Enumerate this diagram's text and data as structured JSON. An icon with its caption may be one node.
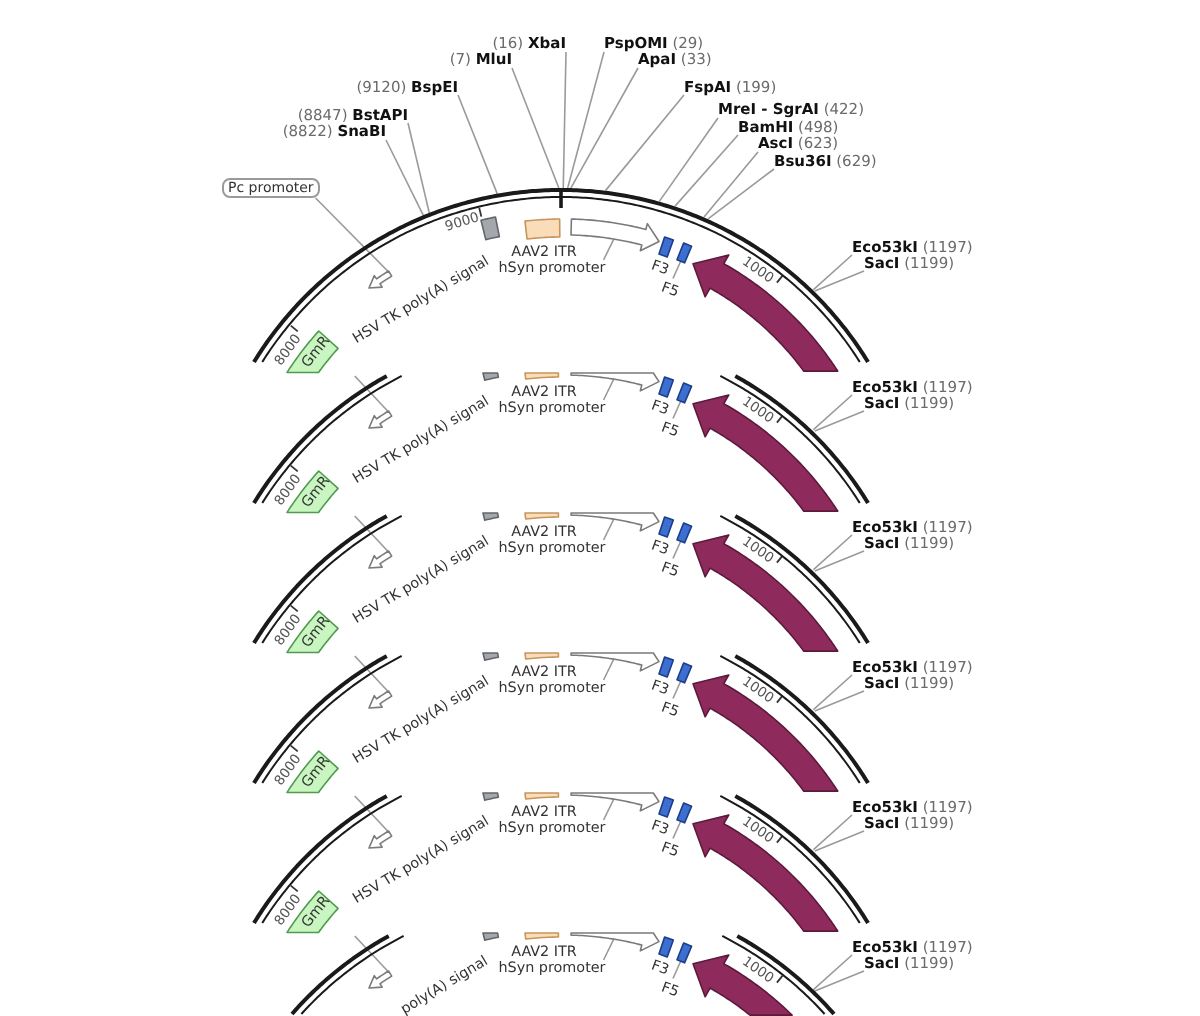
{
  "diagram": {
    "nodes": [
      {
        "text": [
          "(16) **XbaI**"
        ]
      },
      {
        "text": [
          "**PspOMI** (29)"
        ]
      },
      {
        "text": [
          "(7) **MluI**"
        ]
      },
      {
        "text": [
          "**ApaI** (33)"
        ]
      },
      {
        "text": [
          "(9120) **BspEI**"
        ]
      },
      {
        "text": [
          "**FspAI** (199)"
        ]
      },
      {
        "text": [
          "**MreI - SgrAI** (422)"
        ]
      },
      {
        "text": [
          "(8847) **BstAPI**"
        ]
      },
      {
        "text": [
          "**BamHI** (498)"
        ]
      },
      {
        "text": [
          "(8822) **SnaBI**"
        ]
      },
      {
        "text": [
          "**AscI** (623)"
        ]
      },
      {
        "text": [
          "**Bsu36I** (629)"
        ]
      },
      {
        "text": [
          "Pc promoter"
        ]
      },
      {
        "text": [],
        "shape": "ring"
      },
      {
        "text": [],
        "shape": "box",
        "in": 13
      },
      {
        "text": [],
        "shape": "box",
        "in": 13,
        "beside": [
          "AAV2 ITR"
        ]
      },
      {
        "text": [],
        "shape": "arrow",
        "in": 13
      },
      {
        "text": [
          "**Eco53kI** (1197)"
        ]
      },
      {
        "text": [],
        "shape": "box",
        "in": 13,
        "beside": [
          "F3"
        ]
      },
      {
        "text": [],
        "shape": "box",
        "in": 13
      },
      {
        "text": [
          "**SacI** (1199)"
        ]
      },
      {
        "text": [
          "hSyn promoter"
        ],
        "in": 13
      },
      {
        "text": [],
        "shape": "arrow",
        "in": 13
      },
      {
        "text": [],
        "shape": "arrow",
        "in": 13
      },
      {
        "text": [
          "F5"
        ],
        "in": 13
      },
      {
        "text": [
          "GmR"
        ],
        "in": 13
      },
      {
        "text": [],
        "shape": "ring"
      },
      {
        "text": [],
        "shape": "box",
        "in": 26
      },
      {
        "text": [],
        "shape": "box",
        "in": 26,
        "beside": [
          "AAV2 ITR"
        ]
      },
      {
        "text": [],
        "shape": "arrow",
        "in": 26
      },
      {
        "text": [
          "**Eco53kI** (1197)"
        ]
      },
      {
        "text": [],
        "shape": "box",
        "in": 26,
        "beside": [
          "F3"
        ]
      },
      {
        "text": [],
        "shape": "box",
        "in": 26
      },
      {
        "text": [
          "**SacI** (1199)"
        ]
      },
      {
        "text": [
          "hSyn promoter"
        ],
        "in": 26
      },
      {
        "text": [],
        "shape": "arrow",
        "in": 26
      },
      {
        "text": [],
        "shape": "arrow",
        "in": 26
      },
      {
        "text": [
          "F5"
        ],
        "in": 26
      },
      {
        "text": [
          "GmR"
        ],
        "in": 26
      },
      {
        "text": [],
        "shape": "ring"
      },
      {
        "text": [],
        "shape": "box",
        "in": 39
      },
      {
        "text": [],
        "shape": "box",
        "in": 39,
        "beside": [
          "AAV2 ITR"
        ]
      },
      {
        "text": [],
        "shape": "arrow",
        "in": 39
      },
      {
        "text": [
          "**Eco53kI** (1197)"
        ]
      },
      {
        "text": [],
        "shape": "box",
        "in": 39,
        "beside": [
          "F3"
        ]
      },
      {
        "text": [],
        "shape": "box",
        "in": 39
      },
      {
        "text": [
          "**SacI** (1199)"
        ]
      },
      {
        "text": [
          "hSyn promoter"
        ],
        "in": 39
      },
      {
        "text": [],
        "shape": "arrow",
        "in": 39
      },
      {
        "text": [],
        "shape": "arrow",
        "in": 39
      },
      {
        "text": [
          "F5"
        ],
        "in": 39
      },
      {
        "text": [
          "GmR"
        ],
        "in": 39
      },
      {
        "text": [],
        "shape": "ring"
      },
      {
        "text": [],
        "shape": "box",
        "in": 52
      },
      {
        "text": [],
        "shape": "box",
        "in": 52,
        "beside": [
          "AAV2 ITR"
        ]
      },
      {
        "text": [],
        "shape": "arrow",
        "in": 52
      },
      {
        "text": [
          "**Eco53kI** (1197)"
        ]
      },
      {
        "text": [],
        "shape": "box",
        "in": 52,
        "beside": [
          "F3"
        ]
      },
      {
        "text": [],
        "shape": "box",
        "in": 52
      },
      {
        "text": [
          "**SacI** (1199)"
        ]
      },
      {
        "text": [
          "hSyn promoter"
        ],
        "in": 52
      },
      {
        "text": [],
        "shape": "arrow",
        "in": 52
      },
      {
        "text": [],
        "shape": "arrow",
        "in": 52
      },
      {
        "text": [
          "F5"
        ],
        "in": 52
      },
      {
        "text": [
          "GmR"
        ],
        "in": 52
      },
      {
        "text": [],
        "shape": "ring"
      },
      {
        "text": [],
        "shape": "box",
        "in": 65
      },
      {
        "text": [],
        "shape": "box",
        "in": 65,
        "beside": [
          "AAV2 ITR"
        ]
      },
      {
        "text": [],
        "shape": "arrow",
        "in": 65
      },
      {
        "text": [
          "**Eco53kI** (1197)"
        ]
      },
      {
        "text": [],
        "shape": "box",
        "in": 65,
        "beside": [
          "F3"
        ]
      },
      {
        "text": [],
        "shape": "box",
        "in": 65
      },
      {
        "text": [
          "**SacI** (1199)"
        ]
      },
      {
        "text": [
          "hSyn promoter"
        ],
        "in": 65
      },
      {
        "text": [],
        "shape": "arrow",
        "in": 65
      },
      {
        "text": [],
        "shape": "arrow",
        "in": 65
      },
      {
        "text": [
          "F5"
        ],
        "in": 65
      },
      {
        "text": [
          "GmR"
        ],
        "in": 65
      },
      {
        "text": [],
        "shape": "ring"
      },
      {
        "text": [],
        "shape": "box",
        "in": 78
      },
      {
        "text": [],
        "shape": "box",
        "in": 78,
        "beside": [
          "AAV2 ITR"
        ]
      },
      {
        "text": [],
        "shape": "arrow",
        "in": 78
      },
      {
        "text": [
          "**Eco53kI** (1197)"
        ]
      },
      {
        "text": [],
        "shape": "box",
        "in": 78,
        "beside": [
          "F3"
        ]
      },
      {
        "text": [],
        "shape": "box",
        "in": 78
      },
      {
        "text": [
          "**SacI** (1199)"
        ]
      },
      {
        "text": [
          "hSyn promoter"
        ],
        "in": 78
      },
      {
        "text": [],
        "shape": "arrow",
        "in": 78
      },
      {
        "text": [],
        "shape": "arrow",
        "in": 78
      },
      {
        "text": [
          "F5"
        ],
        "in": 78
      }
    ],
    "edges": [
      {
        "from": 0,
        "to": 13,
        "arrow": "none"
      },
      {
        "from": 1,
        "to": 13,
        "arrow": "none"
      },
      {
        "from": 2,
        "to": 13,
        "arrow": "none"
      },
      {
        "from": 3,
        "to": 13,
        "arrow": "none"
      },
      {
        "from": 4,
        "to": 13,
        "arrow": "none"
      },
      {
        "from": 5,
        "to": 13,
        "arrow": "none"
      },
      {
        "from": 6,
        "to": 13,
        "arrow": "none"
      },
      {
        "from": 7,
        "to": 13,
        "arrow": "none"
      },
      {
        "from": 8,
        "to": 13,
        "arrow": "none"
      },
      {
        "from": 9,
        "to": 13,
        "arrow": "none"
      },
      {
        "from": 10,
        "to": 13,
        "arrow": "none"
      },
      {
        "from": 11,
        "to": 13,
        "arrow": "none"
      },
      {
        "from": 12,
        "to": 23,
        "arrow": "none"
      },
      {
        "from": 17,
        "to": 13,
        "arrow": "none"
      },
      {
        "from": 20,
        "to": 13,
        "arrow": "none"
      },
      {
        "from": 21,
        "to": 16,
        "arrow": "none"
      },
      {
        "from": 24,
        "to": 19,
        "arrow": "none"
      },
      {
        "from": null,
        "to": 36,
        "arrow": "none"
      },
      {
        "from": 30,
        "to": 26,
        "arrow": "none"
      },
      {
        "from": 33,
        "to": 26,
        "arrow": "none"
      },
      {
        "from": 34,
        "to": 29,
        "arrow": "none"
      },
      {
        "from": 37,
        "to": 32,
        "arrow": "none"
      },
      {
        "from": null,
        "to": 49,
        "arrow": "none"
      },
      {
        "from": 43,
        "to": 39,
        "arrow": "none"
      },
      {
        "from": 46,
        "to": 39,
        "arrow": "none"
      },
      {
        "from": 47,
        "to": 42,
        "arrow": "none"
      },
      {
        "from": 50,
        "to": 45,
        "arrow": "none"
      },
      {
        "from": null,
        "to": 62,
        "arrow": "none"
      },
      {
        "from": 56,
        "to": 52,
        "arrow": "none"
      },
      {
        "from": 59,
        "to": 52,
        "arrow": "none"
      },
      {
        "from": 60,
        "to": 55,
        "arrow": "none"
      },
      {
        "from": 63,
        "to": 58,
        "arrow": "none"
      },
      {
        "from": null,
        "to": 75,
        "arrow": "none"
      },
      {
        "from": 69,
        "to": 65,
        "arrow": "none"
      },
      {
        "from": 72,
        "to": 65,
        "arrow": "none"
      },
      {
        "from": 73,
        "to": 68,
        "arrow": "none"
      },
      {
        "from": 76,
        "to": 71,
        "arrow": "none"
      },
      {
        "from": null,
        "to": 88,
        "arrow": "none"
      },
      {
        "from": 82,
        "to": 78,
        "arrow": "none"
      },
      {
        "from": 85,
        "to": 78,
        "arrow": "none"
      },
      {
        "from": 86,
        "to": 81,
        "arrow": "none"
      },
      {
        "from": 89,
        "to": 84,
        "arrow": "none"
      }
    ],
    "labels": [
      "9000",
      "1000",
      "HSV TK poly(A) signal",
      "8000",
      "1000",
      "HSV TK poly(A) signal",
      "8000",
      "1000",
      "HSV TK poly(A) signal",
      "8000",
      "1000",
      "HSV TK poly(A) signal",
      "8000",
      "1000",
      "HSV TK poly(A) signal",
      "8000",
      "1000",
      "poly(A) signal"
    ]
  }
}
